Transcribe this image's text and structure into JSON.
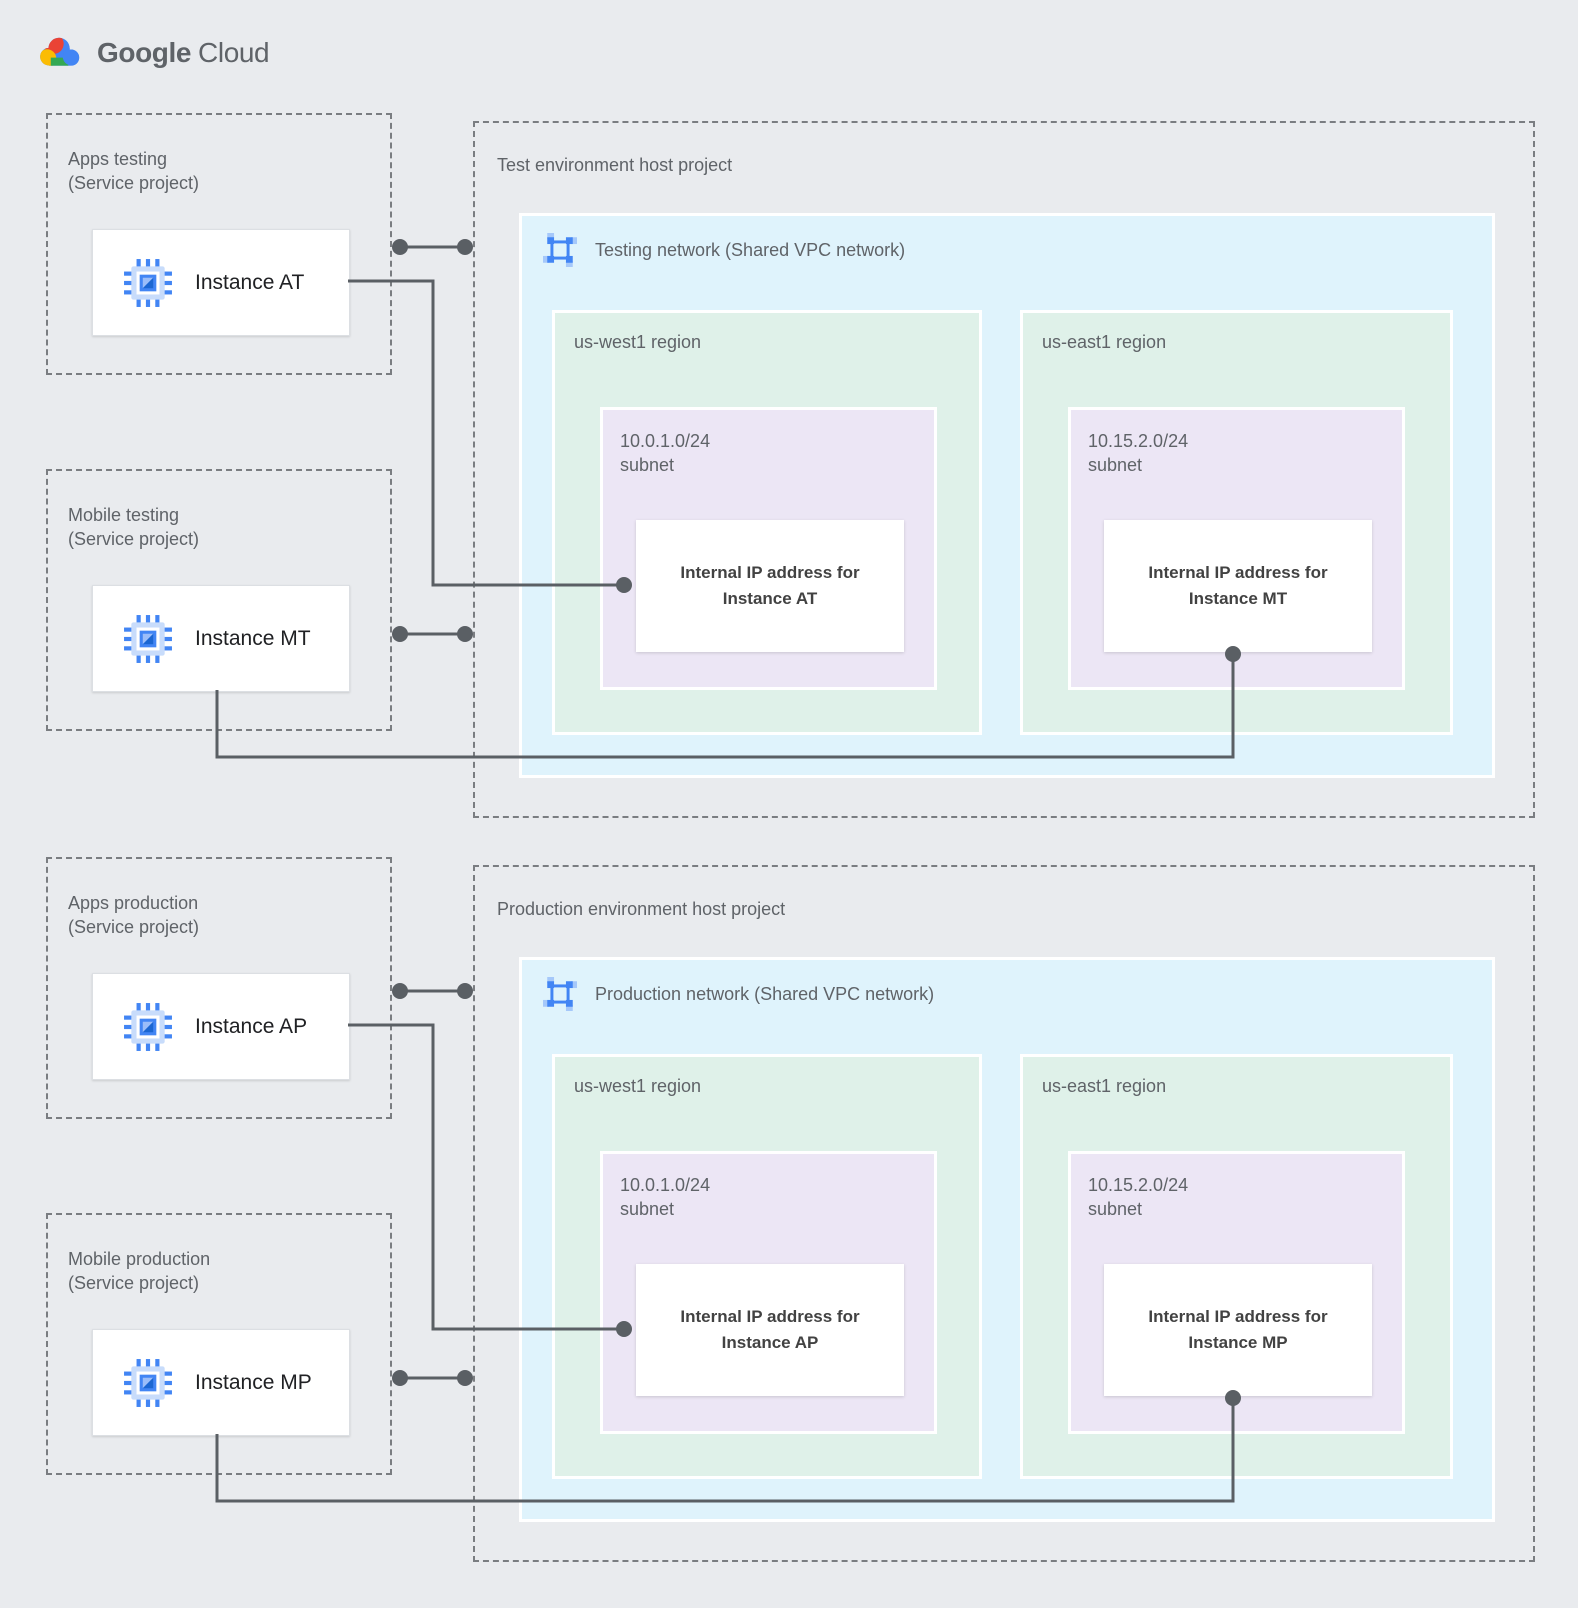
{
  "logo": {
    "brand": "Google",
    "product": "Cloud"
  },
  "colors": {
    "page_bg": "#E9EBEE",
    "network_fill": "#DFF3FC",
    "region_fill": "#DFF1E9",
    "subnet_fill": "#ECE6F5",
    "connector": "#5F6368",
    "icon_blue": "#4285F4",
    "icon_light_blue": "#C8DCFB"
  },
  "sections": [
    {
      "host_title": "Test environment host project",
      "network_title": "Testing network (Shared VPC network)",
      "service_projects": [
        {
          "name": "Apps testing",
          "type": "(Service project)",
          "instance": "Instance AT"
        },
        {
          "name": "Mobile testing",
          "type": "(Service project)",
          "instance": "Instance MT"
        }
      ],
      "regions": [
        {
          "name": "us-west1 region",
          "cidr": "10.0.1.0/24",
          "subnet_word": "subnet",
          "ip_line1": "Internal IP address for",
          "ip_line2": "Instance AT"
        },
        {
          "name": "us-east1 region",
          "cidr": "10.15.2.0/24",
          "subnet_word": "subnet",
          "ip_line1": "Internal IP address for",
          "ip_line2": "Instance MT"
        }
      ]
    },
    {
      "host_title": "Production environment host project",
      "network_title": "Production network (Shared VPC network)",
      "service_projects": [
        {
          "name": "Apps production",
          "type": "(Service project)",
          "instance": "Instance AP"
        },
        {
          "name": "Mobile production",
          "type": "(Service project)",
          "instance": "Instance MP"
        }
      ],
      "regions": [
        {
          "name": "us-west1 region",
          "cidr": "10.0.1.0/24",
          "subnet_word": "subnet",
          "ip_line1": "Internal IP address for",
          "ip_line2": "Instance AP"
        },
        {
          "name": "us-east1 region",
          "cidr": "10.15.2.0/24",
          "subnet_word": "subnet",
          "ip_line1": "Internal IP address for",
          "ip_line2": "Instance MP"
        }
      ]
    }
  ]
}
